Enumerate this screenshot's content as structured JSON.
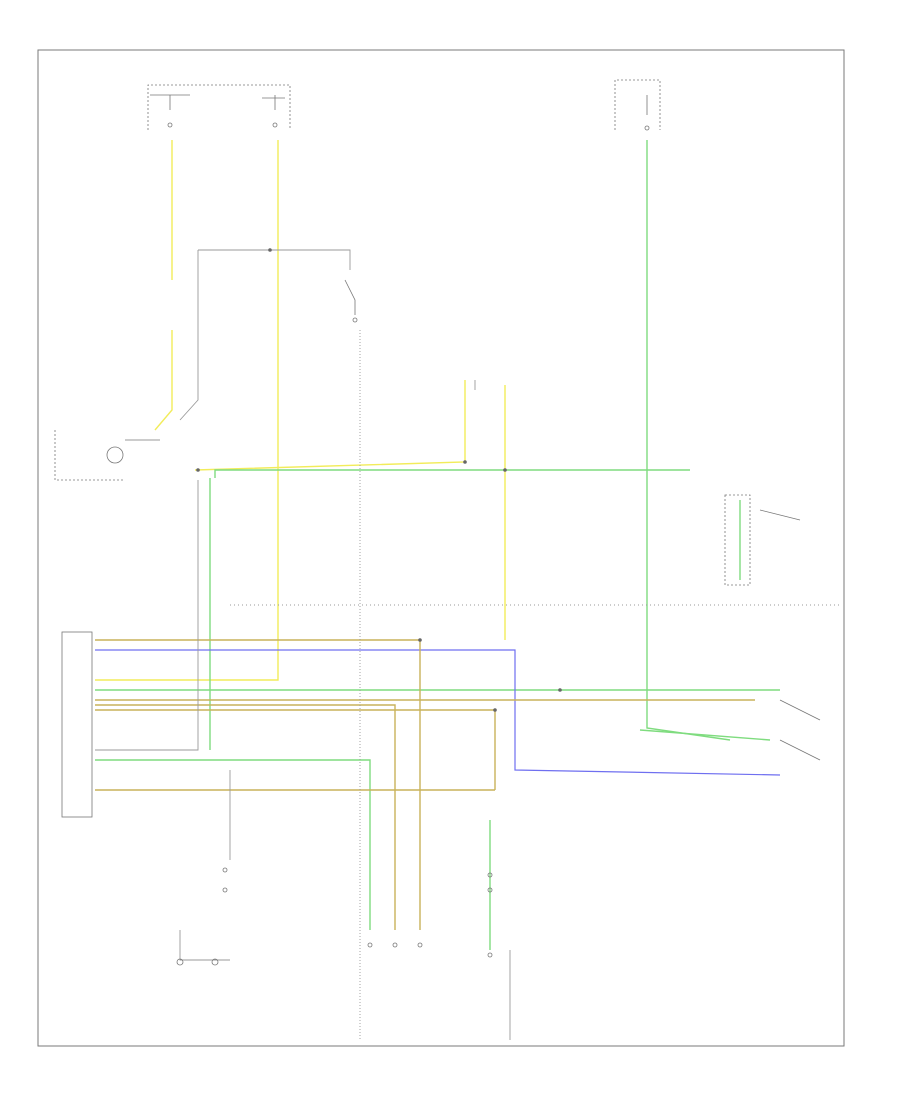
{
  "diagram": {
    "footer_code": "",
    "colors": {
      "frame": "#7a7a7a",
      "yellow": "#f2ec5a",
      "green": "#7fdc7f",
      "blue": "#6f6ff0",
      "tan": "#c9b25a",
      "gray": "#9a9a9a"
    },
    "components": [
      {
        "id": "fuse-block-left",
        "label": ""
      },
      {
        "id": "fuse-block-right",
        "label": ""
      },
      {
        "id": "brake-switch",
        "label": ""
      },
      {
        "id": "combination-meter",
        "label": ""
      },
      {
        "id": "engine-control-module",
        "label": ""
      },
      {
        "id": "cruise-switch",
        "label": ""
      },
      {
        "id": "vehicle-speed-sensor",
        "label": ""
      },
      {
        "id": "throttle-sensor",
        "label": ""
      },
      {
        "id": "park-neutral-switch",
        "label": ""
      },
      {
        "id": "ground",
        "label": ""
      }
    ]
  }
}
